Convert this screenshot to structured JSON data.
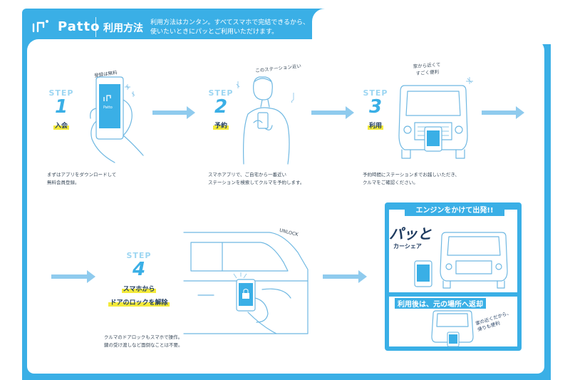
{
  "header": {
    "brand": "Patto",
    "title": "利用方法",
    "description_line1": "利用方法はカンタン。すべてスマホで完結できるから、",
    "description_line2": "使いたいときにパッとご利用いただけます。"
  },
  "steps": [
    {
      "label": "STEP",
      "number": "1",
      "name": "入会",
      "bubble": "登録は無料",
      "desc_line1": "まずはアプリをダウンロードして",
      "desc_line2": "無料会員登録。"
    },
    {
      "label": "STEP",
      "number": "2",
      "name": "予約",
      "bubble": "このステーション近い",
      "desc_line1": "スマホアプリで、ご自宅から一番近い",
      "desc_line2": "ステーションを検索してクルマを予約します。"
    },
    {
      "label": "STEP",
      "number": "3",
      "name": "利用",
      "bubble_line1": "家から近くて",
      "bubble_line2": "すごく便利",
      "desc_line1": "予約時間にステーションまでお越しいただき、",
      "desc_line2": "クルマをご確認ください。"
    },
    {
      "label": "STEP",
      "number": "4",
      "name_line1": "スマホから",
      "name_line2": "ドアのロックを解除",
      "bubble": "UNLOCK",
      "desc_line1": "クルマのドアロックもスマホで操作。",
      "desc_line2": "鍵の受け渡しなど面倒なことは不要。"
    }
  ],
  "finale": {
    "banner": "エンジンをかけて出発!!",
    "pato": "パッと",
    "carshare": "カーシェア",
    "return_title": "利用後は、元の場所へ返却",
    "return_note_line1": "家の近くだから、",
    "return_note_line2": "帰りも便利"
  },
  "colors": {
    "accent": "#3aafe6",
    "highlight": "#f4ea3a",
    "line": "#6fb8e2",
    "arrow": "#8fcbee"
  }
}
